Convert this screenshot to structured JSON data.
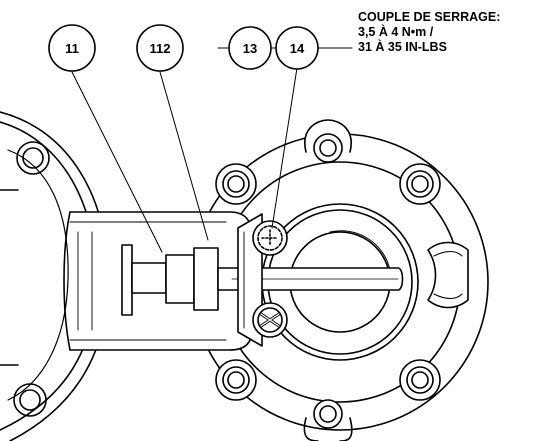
{
  "callouts": [
    {
      "id": "callout-11",
      "label": "11"
    },
    {
      "id": "callout-112",
      "label": "112"
    },
    {
      "id": "callout-13",
      "label": "13"
    },
    {
      "id": "callout-14",
      "label": "14"
    }
  ],
  "torque_note": {
    "line1": "COUPLE DE SERRAGE:",
    "line2": "3,5 À 4 N•m /",
    "line3": "31 À 35 IN-LBS"
  },
  "colors": {
    "stroke": "#000000",
    "background": "#ffffff",
    "shade": "#d9d9d9"
  }
}
